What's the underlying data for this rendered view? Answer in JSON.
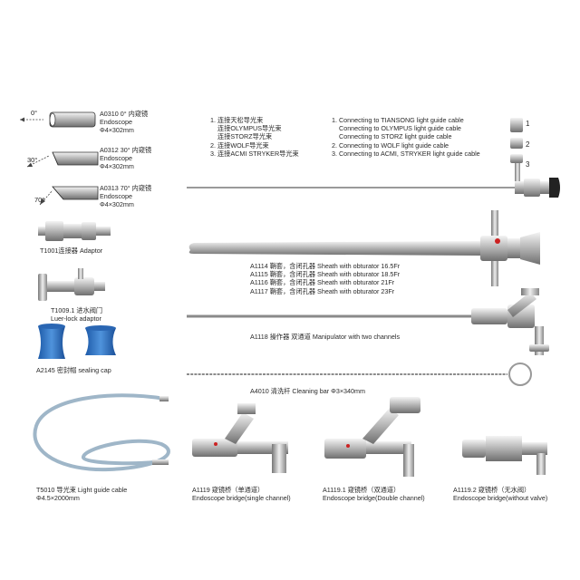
{
  "endoscopes": [
    {
      "line1": "A0310  0° 内窥镜",
      "line2": "Endoscope",
      "line3": "Φ4×302mm",
      "angle": "0°"
    },
    {
      "line1": "A0312  30° 内窥镜",
      "line2": "Endoscope",
      "line3": "Φ4×302mm",
      "angle": "30°"
    },
    {
      "line1": "A0313  70° 内窥镜",
      "line2": "Endoscope",
      "line3": "Φ4×302mm",
      "angle": "70°"
    }
  ],
  "connections_cn": [
    "1. 连接天松导光束",
    "连接OLYMPUS导光束",
    "连接STORZ导光束",
    "2. 连接WOLF导光束",
    "3. 连接ACMI STRYKER导光束"
  ],
  "connections_en": [
    "1. Connecting to TIANSONG light guide cable",
    "Connecting to OLYMPUS light guide cable",
    "Connecting to STORZ light guide cable",
    "2. Connecting to WOLF light guide cable",
    "3. Connecting to ACMI, STRYKER light guide cable"
  ],
  "adapter_numbers": [
    "1",
    "2",
    "3"
  ],
  "adaptor": {
    "label": "T1001连接器 Adaptor"
  },
  "luer": {
    "line1": "T1009.1 进水阀门",
    "line2": "Luer-lock adaptor"
  },
  "sealing_cap": {
    "label": "A2145 密封帽 sealing cap"
  },
  "sheaths": [
    "A1114 鞘套，含闭孔器  Sheath with obturator  16.5Fr",
    "A1115 鞘套，含闭孔器  Sheath with obturator  18.5Fr",
    "A1116 鞘套，含闭孔器  Sheath with obturator  21Fr",
    "A1117 鞘套，含闭孔器  Sheath with obturator  23Fr"
  ],
  "manipulator": {
    "label": "A1118 操作器 双通道 Manipulator with two channels"
  },
  "cleaning_bar": {
    "label": "A4010 清洗杆 Cleaning bar Φ3×340mm"
  },
  "light_cable": {
    "line1": "T5010 导光束 Light guide cable",
    "line2": "Φ4.5×2000mm"
  },
  "bridges": [
    {
      "line1": "A1119 窥镜桥（单通道）",
      "line2": "Endoscope bridge(single channel)"
    },
    {
      "line1": "A1119.1 窥镜桥（双通道）",
      "line2": "Endoscope bridge(Double channel)"
    },
    {
      "line1": "A1119.2 窥镜桥（无水阀）",
      "line2": "Endoscope bridge(without valve)"
    }
  ]
}
